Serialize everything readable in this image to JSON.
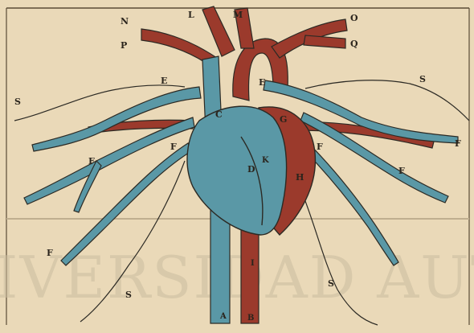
{
  "watermark": {
    "text": "IVERSIDAD AUTO"
  },
  "labels": {
    "L": "L",
    "M": "M",
    "N": "N",
    "O": "O",
    "P": "P",
    "Q": "Q",
    "E_left": "E",
    "E_right": "E",
    "S_top_left": "S",
    "S_top_right": "S",
    "S_bottom_left": "S",
    "S_bottom_right": "S",
    "F_left_1": "F",
    "F_left_2": "F",
    "F_left_3": "F",
    "F_right_1": "F",
    "F_right_2": "F",
    "F_right_3": "F",
    "A": "A",
    "B": "B",
    "C": "C",
    "D": "D",
    "G": "G",
    "H": "H",
    "K": "K",
    "I": "I"
  },
  "colors": {
    "artery": "#9b3a2c",
    "vein": "#5a98a6",
    "outline": "#2c2a24",
    "paper": "#ead9b8"
  }
}
